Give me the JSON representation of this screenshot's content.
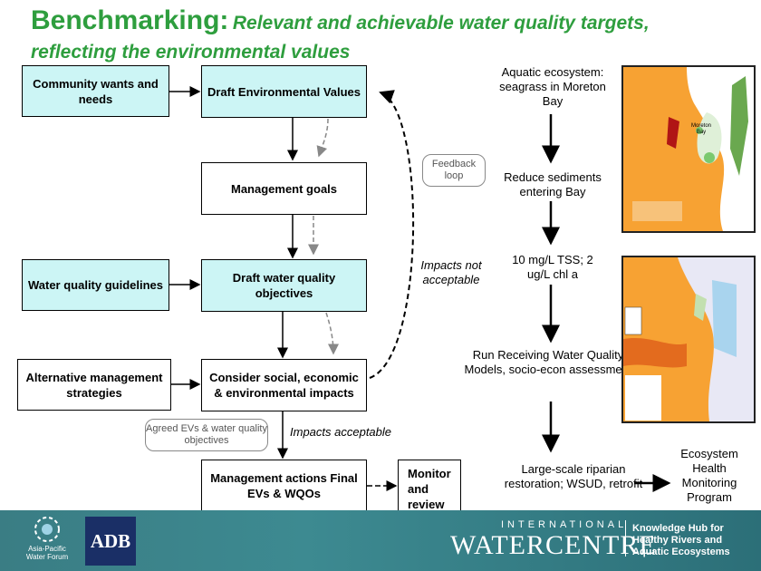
{
  "header": {
    "title_main": "Benchmarking:",
    "title_sub": "Relevant and achievable water quality targets,",
    "title_line2": "reflecting the environmental values"
  },
  "left_flow": {
    "community": "Community wants and needs",
    "draft_ev": "Draft Environmental Values",
    "mgmt_goals": "Management goals",
    "wq_guidelines": "Water quality guidelines",
    "draft_wqo": "Draft water quality objectives",
    "alt_strategies": "Alternative management strategies",
    "consider_impacts": "Consider social, economic & environmental impacts",
    "mgmt_actions": "Management actions Final EVs & WQOs",
    "monitor": "Monitor and review"
  },
  "annotations": {
    "feedback_loop": "Feedback loop",
    "impacts_not_acceptable": "Impacts not acceptable",
    "agreed": "Agreed EVs & water quality objectives",
    "impacts_acceptable": "Impacts acceptable"
  },
  "right_flow": {
    "step1": "Aquatic ecosystem: seagrass in Moreton Bay",
    "step2": "Reduce sediments entering Bay",
    "step3": "10 mg/L TSS; 2 ug/L chl a",
    "step4": "Run Receiving Water Quality Models, socio-econ assessment",
    "step5": "Large-scale riparian restoration; WSUD, retrofit",
    "step6": "Ecosystem Health Monitoring Program"
  },
  "maps": {
    "map1_label": "Moreton Bay"
  },
  "footer": {
    "apwf": "Asia-Pacific Water Forum",
    "adb": "ADB",
    "wc_international": "INTERNATIONAL",
    "wc_name": "WATERCENTRE",
    "knowledge_hub": "Knowledge Hub for Healthy Rivers and Aquatic Ecosystems"
  },
  "colors": {
    "title_green": "#2e9e3e",
    "box_cyan": "#ccf5f5",
    "map_orange": "#f7a233",
    "footer_teal": "#3a7d84"
  }
}
